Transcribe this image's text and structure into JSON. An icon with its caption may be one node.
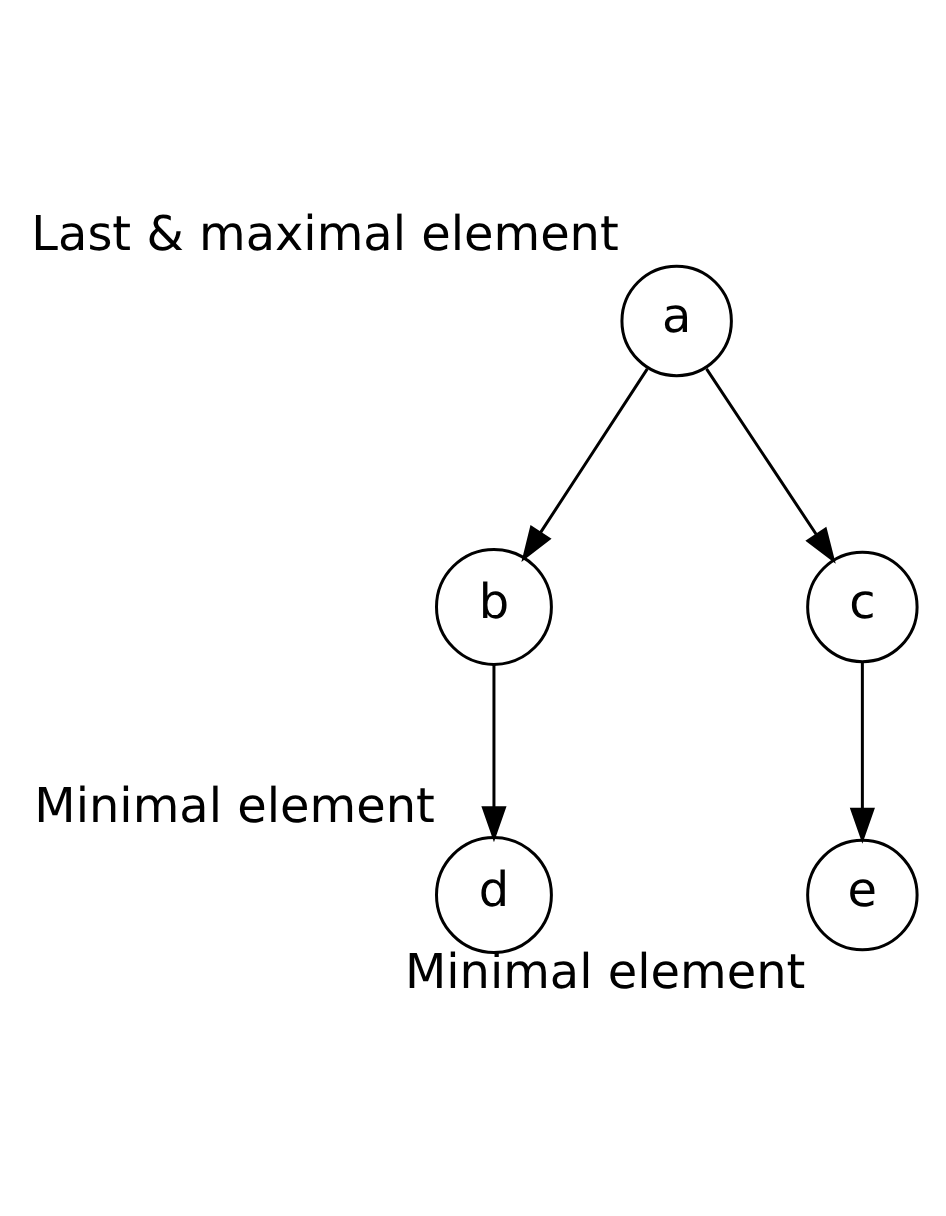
{
  "diagram": {
    "nodes": [
      {
        "text": [
          "a"
        ],
        "beside": [
          "Last & maximal element"
        ]
      },
      {
        "text": [
          "b"
        ]
      },
      {
        "text": [
          "c"
        ]
      },
      {
        "text": [
          "d"
        ],
        "beside": [
          "Minimal element"
        ]
      },
      {
        "text": [
          "e"
        ],
        "beside": [
          "Minimal element"
        ]
      }
    ],
    "edges": [
      {
        "from": 0,
        "to": 1,
        "arrow": "to"
      },
      {
        "from": 0,
        "to": 2,
        "arrow": "to"
      },
      {
        "from": 1,
        "to": 3,
        "arrow": "to"
      },
      {
        "from": 2,
        "to": 4,
        "arrow": "to"
      }
    ]
  }
}
